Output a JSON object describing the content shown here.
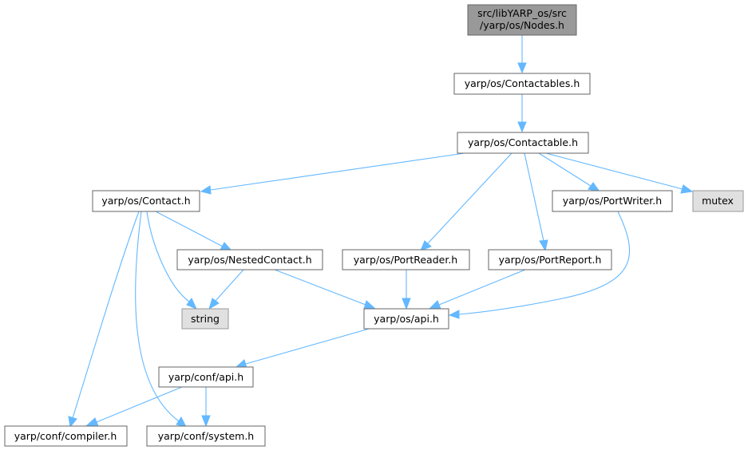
{
  "colors": {
    "edge": "#63b8ff",
    "node_border": "#666666",
    "root_fill": "#999999",
    "external_fill": "#e0e0e0"
  },
  "nodes": {
    "nodes_h": [
      "src/libYARP_os/src",
      "/yarp/os/Nodes.h"
    ],
    "contactables_h": [
      "yarp/os/Contactables.h"
    ],
    "contactable_h": [
      "yarp/os/Contactable.h"
    ],
    "contact_h": [
      "yarp/os/Contact.h"
    ],
    "portwriter_h": [
      "yarp/os/PortWriter.h"
    ],
    "mutex": [
      "mutex"
    ],
    "nestedcontact_h": [
      "yarp/os/NestedContact.h"
    ],
    "portreader_h": [
      "yarp/os/PortReader.h"
    ],
    "portreport_h": [
      "yarp/os/PortReport.h"
    ],
    "string": [
      "string"
    ],
    "os_api_h": [
      "yarp/os/api.h"
    ],
    "conf_api_h": [
      "yarp/conf/api.h"
    ],
    "compiler_h": [
      "yarp/conf/compiler.h"
    ],
    "system_h": [
      "yarp/conf/system.h"
    ]
  }
}
